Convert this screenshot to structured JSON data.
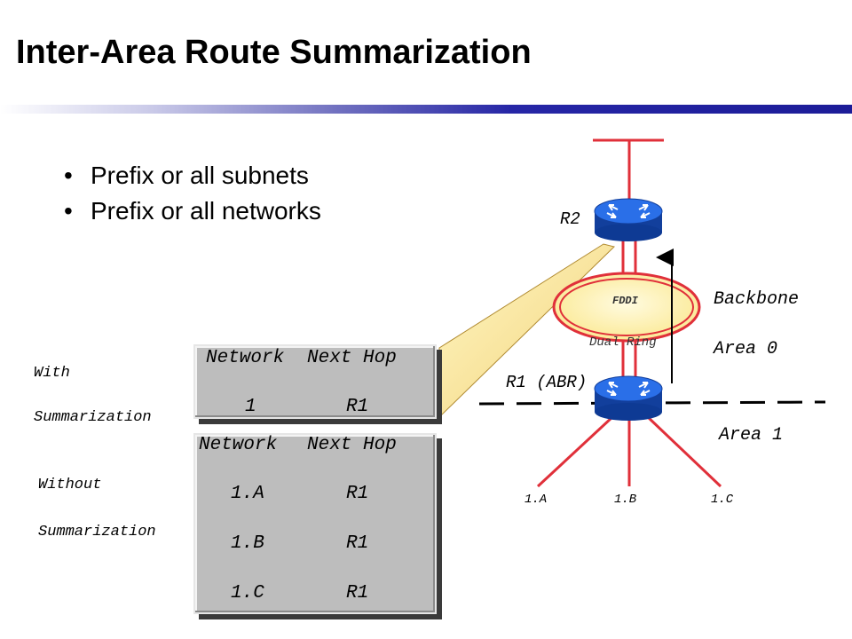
{
  "slide": {
    "title": "Inter-Area Route Summarization",
    "bullets": [
      "Prefix or all subnets",
      "Prefix or all networks"
    ]
  },
  "diagram": {
    "r2_label": "R2",
    "r1_label": "R1 (ABR)",
    "fddi_label": "FDDI",
    "dual_ring_label": "Dual Ring",
    "backbone_label": "Backbone",
    "area0_label": "Area 0",
    "area1_label": "Area 1",
    "subnets": [
      "1.A",
      "1.B",
      "1.C"
    ]
  },
  "with_summary": {
    "label_line1": "With",
    "label_line2": "Summarization",
    "header_network": "Network",
    "header_next_hop": "Next Hop",
    "rows": [
      {
        "network": "1",
        "next_hop": "R1"
      }
    ]
  },
  "without_summary": {
    "label_line1": "Without",
    "label_line2": "Summarization",
    "header_network": "Network",
    "header_next_hop": "Next Hop",
    "rows": [
      {
        "network": "1.A",
        "next_hop": "R1"
      },
      {
        "network": "1.B",
        "next_hop": "R1"
      },
      {
        "network": "1.C",
        "next_hop": "R1"
      }
    ]
  },
  "colors": {
    "link_red": "#e0303a",
    "router_blue": "#1f5fd6",
    "fddi_fill": "#fff4a8",
    "callout_fill": "#fbe9a0",
    "rule_blue": "#1c1c98"
  }
}
